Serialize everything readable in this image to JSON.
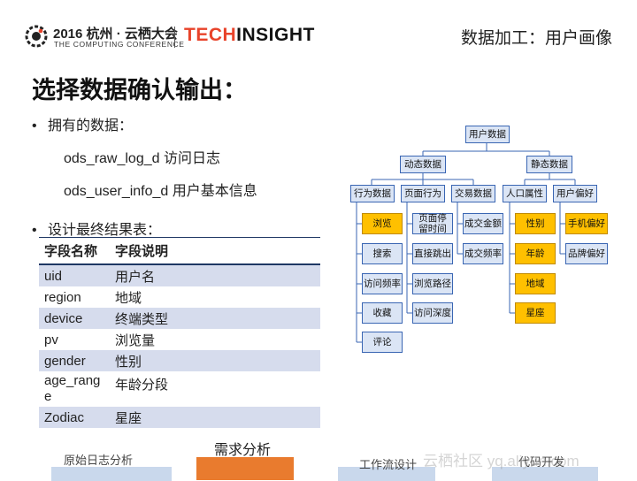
{
  "header": {
    "conference_line1": "2016 杭州 · 云栖大会",
    "conference_line2": "THE COMPUTING CONFERENCE",
    "brand_part1": "TECH",
    "brand_part2": "INSIGHT",
    "section_title": "数据加工：用户画像",
    "accent_color": "#e8432a"
  },
  "page_title": "选择数据确认输出：",
  "bullets": {
    "first": "拥有的数据：",
    "sources": [
      "ods_raw_log_d 访问日志",
      "ods_user_info_d 用户基本信息"
    ],
    "second": "设计最终结果表："
  },
  "table": {
    "headers": [
      "字段名称",
      "字段说明"
    ],
    "rows": [
      [
        "uid",
        "用户名"
      ],
      [
        "region",
        "地域"
      ],
      [
        "device",
        "终端类型"
      ],
      [
        "pv",
        "浏览量"
      ],
      [
        "gender",
        "性别"
      ],
      [
        "age_range",
        "年龄分段"
      ],
      [
        "Zodiac",
        "星座"
      ]
    ]
  },
  "tree": {
    "root": "用户数据",
    "level1": [
      "动态数据",
      "静态数据"
    ],
    "level2": [
      "行为数据",
      "页面行为",
      "交易数据",
      "人口属性",
      "用户偏好"
    ],
    "behavior": [
      "浏览",
      "搜索",
      "访问频率",
      "收藏",
      "评论"
    ],
    "page": [
      "页面停留时间",
      "直接跳出",
      "浏览路径",
      "访问深度"
    ],
    "trade": [
      "成交金额",
      "成交频率"
    ],
    "demographic": [
      "性别",
      "年龄",
      "地域",
      "星座"
    ],
    "preference": [
      "手机偏好",
      "品牌偏好"
    ],
    "highlight_color": "#ffc000",
    "box_color": "#dbe5f5"
  },
  "process": {
    "steps": [
      "原始日志分析",
      "需求分析",
      "工作流设计",
      "代码开发"
    ],
    "active_color": "#e97b2e"
  },
  "watermark": "云栖社区 yq.aliyun.com"
}
